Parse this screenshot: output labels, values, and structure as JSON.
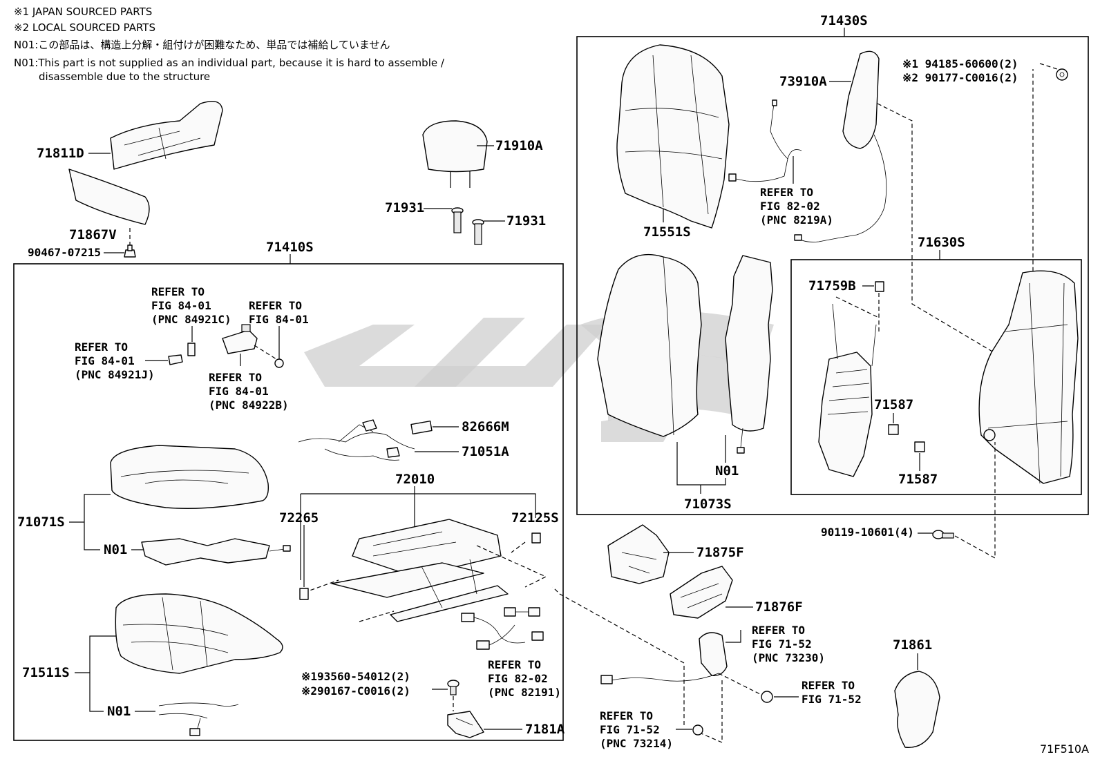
{
  "notes": [
    "※1 JAPAN SOURCED PARTS",
    "※2 LOCAL SOURCED PARTS",
    "N01:この部品は、構造上分解・組付けが困難なため、単品では補給していません",
    "N01:This part is not supplied as an individual part, because it is hard to assemble /",
    "disassemble due to the structure"
  ],
  "figure_id": "71F510A",
  "assemblies": {
    "a71410S": "71410S",
    "a71430S": "71430S",
    "a71630S": "71630S"
  },
  "labels": {
    "p71811D": "71811D",
    "p71867V": "71867V",
    "p90467": "90467-07215",
    "p71910A": "71910A",
    "p71931a": "71931",
    "p71931b": "71931",
    "p82666M": "82666M",
    "p71051A": "71051A",
    "p72010": "72010",
    "p72265": "72265",
    "p72125S": "72125S",
    "p71071S": "71071S",
    "n01_a": "N01",
    "p71511S": "71511S",
    "n01_b": "N01",
    "p7181A": "7181A",
    "p93560": "※193560-54012(2)",
    "p90167b": "※290167-C0016(2)",
    "p73910A": "73910A",
    "p94185": "※1 94185-60600(2)",
    "p90177": "※2 90177-C0016(2)",
    "p71551S": "71551S",
    "p71073S": "71073S",
    "n01_c": "N01",
    "p71759B": "71759B",
    "p71587a": "71587",
    "p71587b": "71587",
    "p90119": "90119-10601(4)",
    "p71875F": "71875F",
    "p71876F": "71876F",
    "p71861": "71861"
  },
  "refs": {
    "r1": [
      "REFER TO",
      "FIG 84-01",
      "(PNC 84921C)"
    ],
    "r2": [
      "REFER TO",
      "FIG 84-01"
    ],
    "r3": [
      "REFER TO",
      "FIG 84-01",
      "(PNC 84921J)"
    ],
    "r4": [
      "REFER TO",
      "FIG 84-01",
      "(PNC 84922B)"
    ],
    "r5": [
      "REFER TO",
      "FIG 82-02",
      "(PNC 8219A)"
    ],
    "r6": [
      "REFER TO",
      "FIG 82-02",
      "(PNC 82191)"
    ],
    "r7": [
      "REFER TO",
      "FIG 71-52",
      "(PNC 73230)"
    ],
    "r8": [
      "REFER TO",
      "FIG 71-52"
    ],
    "r9": [
      "REFER TO",
      "FIG 71-52",
      "(PNC 73214)"
    ]
  }
}
